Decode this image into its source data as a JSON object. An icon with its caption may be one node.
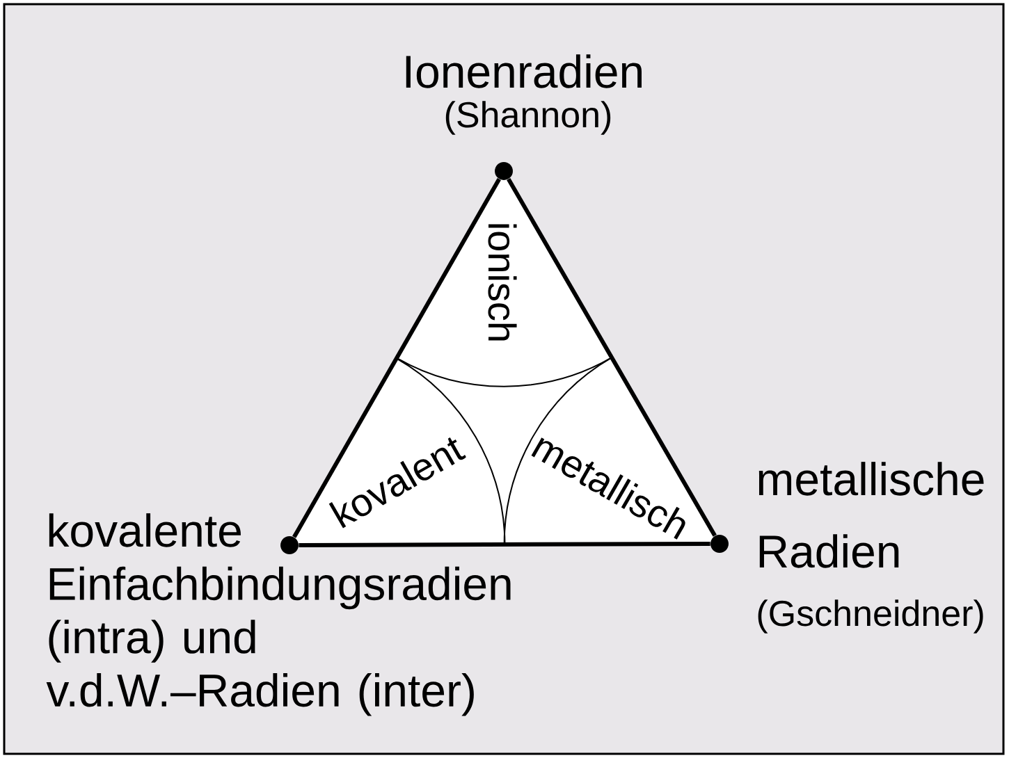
{
  "diagram": {
    "nodes": [
      {
        "text": [],
        "shape": "circle",
        "beside": [
          "Ionenradien",
          "(Shannon)"
        ]
      },
      {
        "text": [],
        "shape": "circle",
        "beside": [
          "kovalente Einfachbindungsradien (intra) und v.d.W.–Radien (inter)"
        ]
      },
      {
        "text": [],
        "shape": "circle",
        "beside": [
          "metallische Radien",
          "(Gschneidner)"
        ]
      }
    ],
    "edges": [
      {
        "from": 0,
        "to": 1,
        "arrow": "none"
      },
      {
        "from": 1,
        "to": 2,
        "arrow": "none"
      },
      {
        "from": 2,
        "to": 0,
        "arrow": "none"
      }
    ],
    "labels": [
      "ionisch",
      "kovalent",
      "metallisch"
    ]
  }
}
